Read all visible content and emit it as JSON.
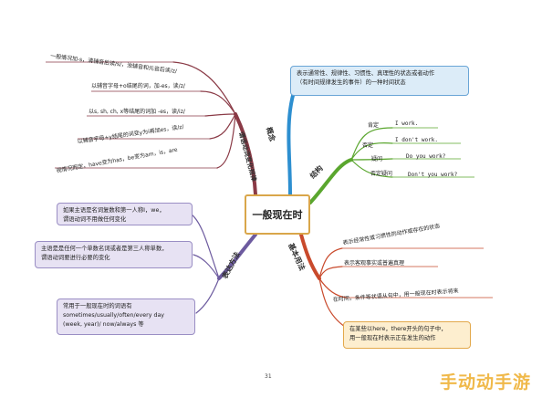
{
  "center_title": "一般现在时",
  "branches": {
    "concept": "概念",
    "structure": "结构",
    "usage": "基本用法",
    "expression": "表达方法",
    "verb_rules": "谓语动词变化规律"
  },
  "concept_box": [
    "表示通常性、规律性、习惯性、真理性的状态或者动作",
    "（有时间规律发生的事件）的一种时间状态"
  ],
  "structure": [
    {
      "label": "肯定",
      "example": "I work."
    },
    {
      "label": "否定",
      "example": "I don't work."
    },
    {
      "label": "疑问",
      "example": "Do you work?"
    },
    {
      "label": "否定疑问",
      "example": "Don't you work?"
    }
  ],
  "verb_rules": [
    "一般情况加-s，清辅音后读/s/，浊辅音和元音后读/z/",
    "以辅音字母+o结尾的词，加-es，读/z/",
    "以s, sh, ch, x等结尾的词加 -es，读/iz/",
    "以辅音字母+y结尾的词变y为i再加es，读/z/",
    "视情况而定，have变为has，be变为am，is，are"
  ],
  "expression_boxes": [
    [
      "如果主语是名词复数和第一人称I，we，",
      "谓语动词不用做任何变化"
    ],
    [
      "主语是是任何一个单数名词或者是第三人称单数，",
      "谓语动词要进行必要的变化"
    ],
    [
      "常用于一般现在时的词语有",
      "sometimes/usually/often/every day",
      "(week, year)/ now/always 等"
    ]
  ],
  "usage": [
    "表示经常性或习惯性的动作或存在的状态",
    "表示客观事实或普遍真理",
    "在时间，条件等状语从句中，用一般现在时表示将来"
  ],
  "usage_box": [
    "在某些以here，there开头的句子中，",
    "用一般现在时表示正在发生的动作"
  ],
  "page_number": "31",
  "watermark": "手动动手游",
  "colors": {
    "blue": "#2d8fd0",
    "green": "#5aa62e",
    "red": "#c94a2c",
    "purple": "#6d5b9f",
    "brown": "#8a3a46",
    "gold": "#d9a64a"
  }
}
